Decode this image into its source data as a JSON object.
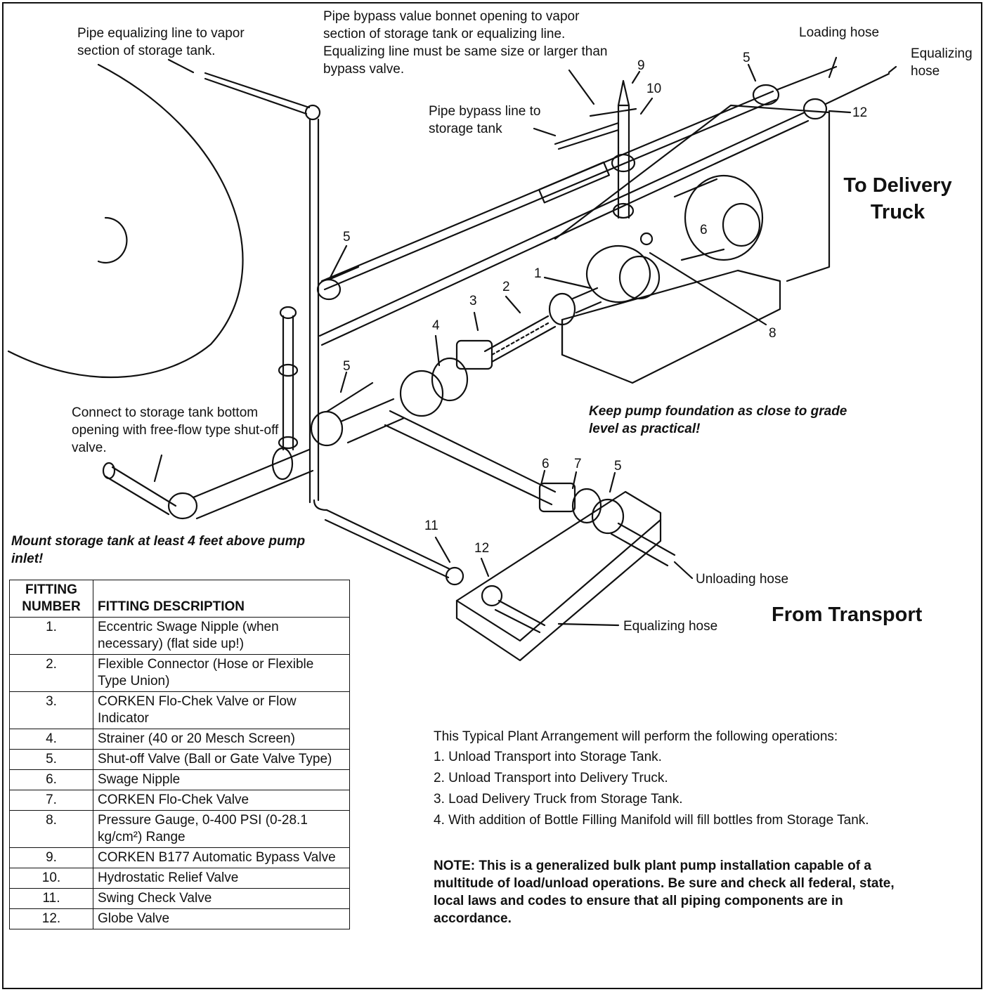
{
  "callouts": {
    "equalizing_line": "Pipe equalizing line to vapor section of storage tank.",
    "bypass_bonnet": "Pipe bypass value bonnet opening to vapor section of storage tank or equalizing line. Equalizing line must be same size or larger than bypass valve.",
    "bypass_line": "Pipe bypass line to storage tank",
    "loading_hose": "Loading hose",
    "equalizing_hose_top": "Equalizing hose",
    "connect_tank": "Connect to storage tank bottom opening with free-flow type shut-off valve.",
    "unloading_hose": "Unloading hose",
    "equalizing_hose_bottom": "Equalizing hose"
  },
  "headings": {
    "to_delivery": "To Delivery Truck",
    "from_transport": "From Transport"
  },
  "warnings": {
    "foundation": "Keep pump foundation as close to grade level as practical!",
    "tank_height": "Mount storage tank at least 4 feet above pump inlet!"
  },
  "numbers": {
    "n1": "1",
    "n2": "2",
    "n3": "3",
    "n4": "4",
    "n5a": "5",
    "n5b": "5",
    "n5c": "5",
    "n5d": "5",
    "n6a": "6",
    "n6b": "6",
    "n7": "7",
    "n8": "8",
    "n9": "9",
    "n10": "10",
    "n11": "11",
    "n12a": "12",
    "n12b": "12"
  },
  "fittings": {
    "header_number": "FITTING NUMBER",
    "header_desc": "FITTING DESCRIPTION",
    "rows": [
      {
        "num": "1.",
        "desc": "Eccentric Swage Nipple (when necessary) (flat side up!)"
      },
      {
        "num": "2.",
        "desc": "Flexible Connector (Hose or Flexible Type Union)"
      },
      {
        "num": "3.",
        "desc": "CORKEN Flo-Chek Valve or Flow Indicator"
      },
      {
        "num": "4.",
        "desc": "Strainer (40 or 20 Mesch Screen)"
      },
      {
        "num": "5.",
        "desc": "Shut-off Valve (Ball or Gate Valve Type)"
      },
      {
        "num": "6.",
        "desc": "Swage Nipple"
      },
      {
        "num": "7.",
        "desc": "CORKEN Flo-Chek Valve"
      },
      {
        "num": "8.",
        "desc": "Pressure Gauge, 0-400 PSI (0-28.1 kg/cm²) Range"
      },
      {
        "num": "9.",
        "desc": "CORKEN B177 Automatic Bypass Valve"
      },
      {
        "num": "10.",
        "desc": "Hydrostatic Relief Valve"
      },
      {
        "num": "11.",
        "desc": "Swing Check Valve"
      },
      {
        "num": "12.",
        "desc": "Globe Valve"
      }
    ]
  },
  "operations": {
    "intro": "This Typical Plant Arrangement will perform the following operations:",
    "items": [
      "1.  Unload Transport into Storage Tank.",
      "2.  Unload Transport into Delivery Truck.",
      "3.  Load Delivery Truck from Storage Tank.",
      "4.  With addition of Bottle Filling Manifold will fill bottles from Storage Tank."
    ]
  },
  "note": "NOTE: This is a generalized bulk plant pump installation capable of a multitude of load/unload operations. Be sure and check all federal, state, local laws and codes to ensure that all piping components are in accordance."
}
